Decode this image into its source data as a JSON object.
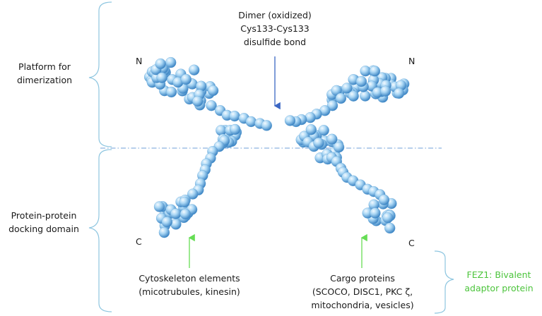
{
  "labels": {
    "platform": [
      "Platform for",
      "dimerization"
    ],
    "docking": [
      "Protein-protein",
      "docking domain"
    ],
    "dimer": [
      "Dimer (oxidized)",
      "Cys133-Cys133",
      "disulfide bond"
    ],
    "cytoskeleton": [
      "Cytoskeleton elements",
      "(micotrubules, kinesin)"
    ],
    "cargo": [
      "Cargo proteins",
      "(SCOCO, DISC1, PKC ζ,",
      "mitochondria, vesicles)"
    ],
    "fez1": [
      "FEZ1: Bivalent",
      "adaptor protein"
    ],
    "n_left": "N",
    "n_right": "N",
    "c_left": "C",
    "c_right": "C"
  },
  "colors": {
    "bracket": "#8ec6e0",
    "dimer_arrow": "#3a66c4",
    "green_arrow": "#66dd55",
    "fez1_text": "#4cc43c",
    "dashed_line": "#6f9fd8",
    "sphere_light": "#e8f5ff",
    "sphere_mid": "#9fd0f2",
    "sphere_dark": "#3f86c6"
  }
}
